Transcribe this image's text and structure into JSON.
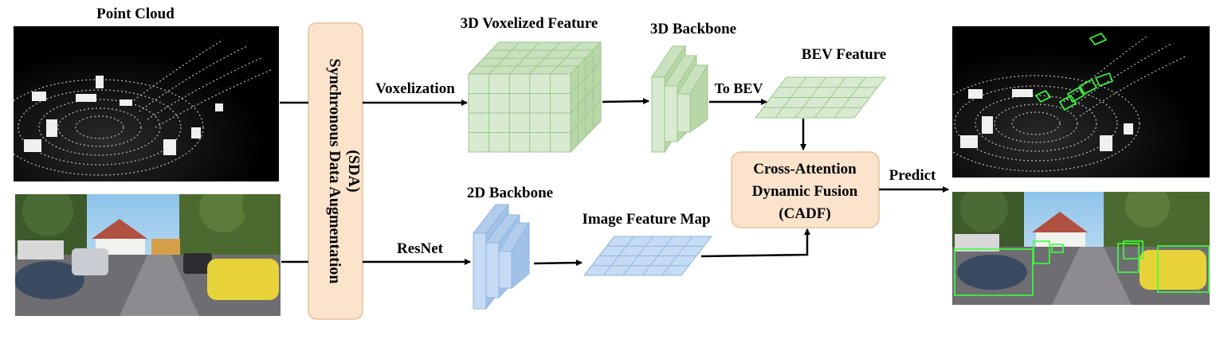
{
  "labels": {
    "point_cloud": "Point Cloud",
    "voxelized_feature": "3D Voxelized Feature",
    "backbone_3d": "3D Backbone",
    "bev_feature": "BEV Feature",
    "voxelization": "Voxelization",
    "to_bev": "To BEV",
    "sda_line1": "Synchronous Data Augmentation",
    "sda_line2": "(SDA)",
    "cadf_line1": "Cross-Attention",
    "cadf_line2": "Dynamic Fusion",
    "cadf_line3": "(CADF)",
    "predict": "Predict",
    "backbone_2d": "2D Backbone",
    "image_feature_map": "Image Feature Map",
    "resnet": "ResNet"
  },
  "colors": {
    "module_fill": "#fbe3cc",
    "module_stroke": "#e8c29a",
    "voxel_fill": "#d8ead0",
    "voxel_stroke": "#9cc68c",
    "image_feature_fill": "#c6dcf4",
    "image_feature_stroke": "#8fb4de",
    "detection_box": "#3cff3c"
  }
}
